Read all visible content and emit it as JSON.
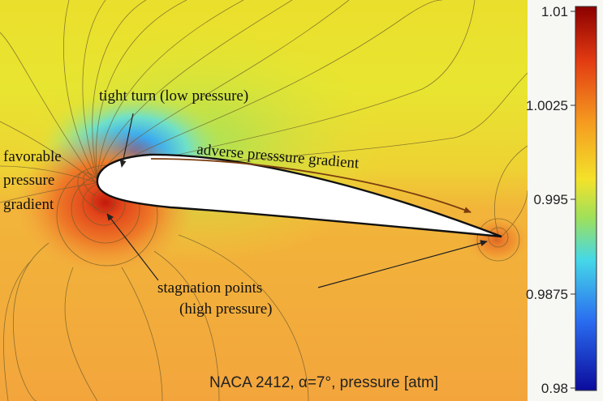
{
  "figure": {
    "caption": "NACA 2412, α=7°, pressure [atm]"
  },
  "colorbar": {
    "ticks": [
      "1.01",
      "1.0025",
      "0.995",
      "0.9875",
      "0.98"
    ],
    "colors": [
      "#8b0000",
      "#e23a12",
      "#f59a1f",
      "#f4e22a",
      "#9fe05a",
      "#45d8e8",
      "#2a6cf0",
      "#0b0b9c"
    ]
  },
  "annotations": {
    "tight_turn": "tight turn (low pressure)",
    "adverse": "adverse presssure gradient",
    "favorable": [
      "favorable",
      "pressure",
      "gradient"
    ],
    "stagnation": [
      "stagnation points",
      "(high pressure)"
    ]
  }
}
